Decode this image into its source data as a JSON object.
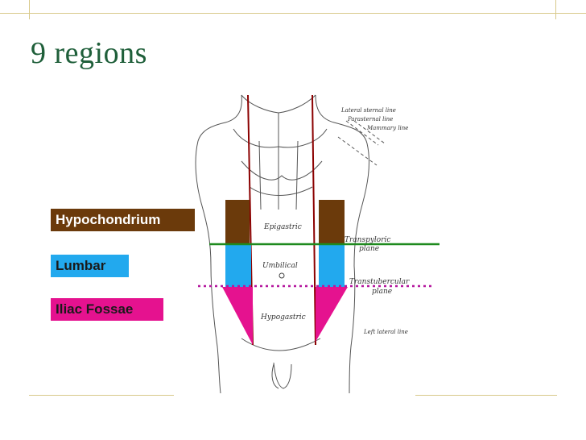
{
  "slide": {
    "title": "9 regions"
  },
  "legend": {
    "hypochondrium": "Hypochondrium",
    "lumbar": "Lumbar",
    "iliac": "Iliac Fossae"
  },
  "figure_labels": {
    "lateral_sternal": "Lateral sternal line",
    "parasternal": "Parasternal line",
    "mammary": "Mammary line",
    "epigastric": "Epigastric",
    "umbilical": "Umbilical",
    "hypogastric": "Hypogastric",
    "transpyloric_1": "Transpyloric",
    "transpyloric_2": "plane",
    "transtubercular_1": "Transtubercular",
    "transtubercular_2": "plane",
    "left_lateral": "Left lateral line"
  },
  "colors": {
    "hypochondrium": "#6b3a0b",
    "lumbar": "#22a9ee",
    "iliac": "#e5128f",
    "transpyloric_line": "#1e8a1e",
    "transtubercular_line": "#b5179e",
    "vertical_line": "#8b0000",
    "title": "#1f5f3a"
  }
}
